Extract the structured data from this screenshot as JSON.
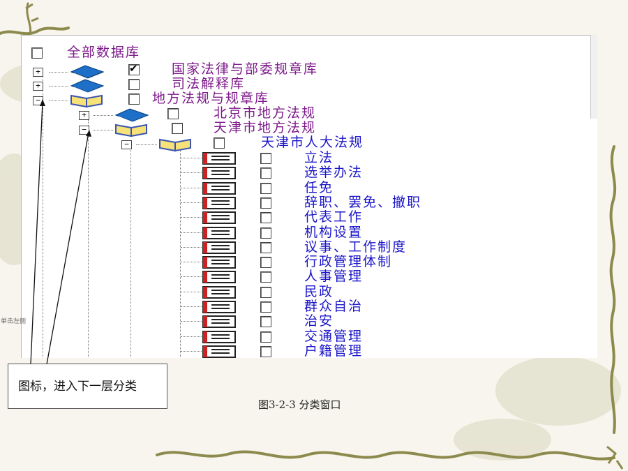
{
  "tree": {
    "root": {
      "label": "全部数据库",
      "checked": false
    },
    "databases": [
      {
        "label": "国家法律与部委规章库",
        "checked": true,
        "expanded": false
      },
      {
        "label": "司法解释库",
        "checked": false,
        "expanded": false
      },
      {
        "label": "地方法规与规章库",
        "checked": false,
        "expanded": true
      }
    ],
    "regions": [
      {
        "label": "北京市地方法规",
        "checked": false,
        "expanded": false
      },
      {
        "label": "天津市地方法规",
        "checked": false,
        "expanded": true
      }
    ],
    "subgroup": {
      "label": "天津市人大法规",
      "checked": false,
      "expanded": true
    },
    "items": [
      "立法",
      "选举办法",
      "任免",
      "辞职、罢免、撤职",
      "代表工作",
      "机构设置",
      "议事、工作制度",
      "行政管理体制",
      "人事管理",
      "民政",
      "群众自治",
      "治安",
      "交通管理",
      "户籍管理"
    ]
  },
  "callout": {
    "text": "图标，进入下一层分类"
  },
  "caption": {
    "text": "图3-2-3 分类窗口"
  },
  "side_note": {
    "text": "单击左侧"
  },
  "colors": {
    "database_text": "#7d1a8a",
    "leaf_text": "#1b16c8",
    "vine": "#8c8a4c"
  },
  "icons": {
    "closed_folder": "closed-book-icon",
    "open_folder": "open-book-icon",
    "leaf": "document-icon"
  }
}
